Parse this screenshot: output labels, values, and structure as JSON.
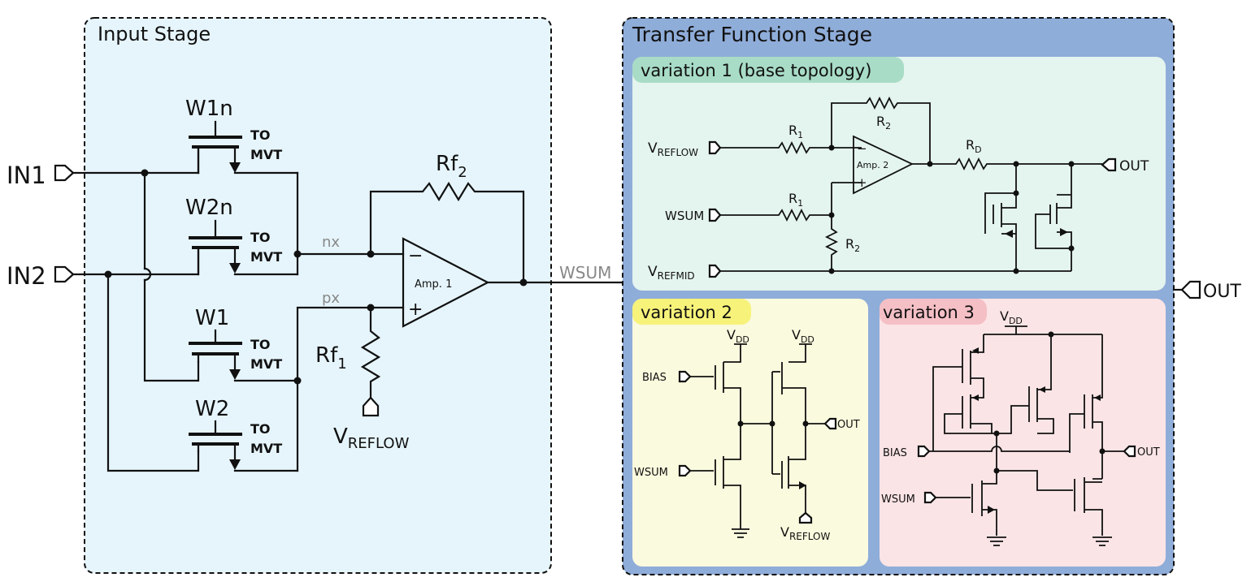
{
  "colors": {
    "input_stage_bg": "#e6f5fc",
    "transfer_stage_bg": "#8fadd9",
    "variation1_bg": "#e4f4ee",
    "variation1_tag": "#a8dcc6",
    "variation2_bg": "#fafade",
    "variation2_tag": "#f7f27a",
    "variation3_bg": "#fbe4e6",
    "variation3_tag": "#f5bfc6"
  },
  "input_stage": {
    "title": "Input Stage",
    "inputs": [
      "IN1",
      "IN2"
    ],
    "transistors": [
      {
        "label": "W1n",
        "note_line1": "TO",
        "note_line2": "MVT"
      },
      {
        "label": "W2n",
        "note_line1": "TO",
        "note_line2": "MVT"
      },
      {
        "label": "W1",
        "note_line1": "TO",
        "note_line2": "MVT"
      },
      {
        "label": "W2",
        "note_line1": "TO",
        "note_line2": "MVT"
      }
    ],
    "node_nx": "nx",
    "node_px": "px",
    "rf2": {
      "main": "Rf",
      "sub": "2"
    },
    "rf1": {
      "main": "Rf",
      "sub": "1"
    },
    "amp": "Amp. 1",
    "vreflow": {
      "main": "V",
      "sub": "REFLOW"
    },
    "minus": "−",
    "plus": "+"
  },
  "wsum_label": "WSUM",
  "transfer_stage": {
    "title": "Transfer Function Stage",
    "out_label": "OUT",
    "variation1": {
      "tag": "variation 1 (base topology)",
      "vreflow": {
        "main": "V",
        "sub": "REFLOW"
      },
      "wsum": "WSUM",
      "vrefmid": {
        "main": "V",
        "sub": "REFMID"
      },
      "r1a": {
        "main": "R",
        "sub": "1"
      },
      "r1b": {
        "main": "R",
        "sub": "1"
      },
      "r2a": {
        "main": "R",
        "sub": "2"
      },
      "r2b": {
        "main": "R",
        "sub": "2"
      },
      "rd": {
        "main": "R",
        "sub": "D"
      },
      "amp": "Amp. 2",
      "out": "OUT",
      "minus": "−",
      "plus": "+"
    },
    "variation2": {
      "tag": "variation 2",
      "vdd1": {
        "main": "V",
        "sub": "DD"
      },
      "vdd2": {
        "main": "V",
        "sub": "DD"
      },
      "bias": "BIAS",
      "wsum": "WSUM",
      "out": "OUT",
      "vreflow": {
        "main": "V",
        "sub": "REFLOW"
      }
    },
    "variation3": {
      "tag": "variation 3",
      "vdd": {
        "main": "V",
        "sub": "DD"
      },
      "bias": "BIAS",
      "wsum": "WSUM",
      "out": "OUT"
    }
  }
}
